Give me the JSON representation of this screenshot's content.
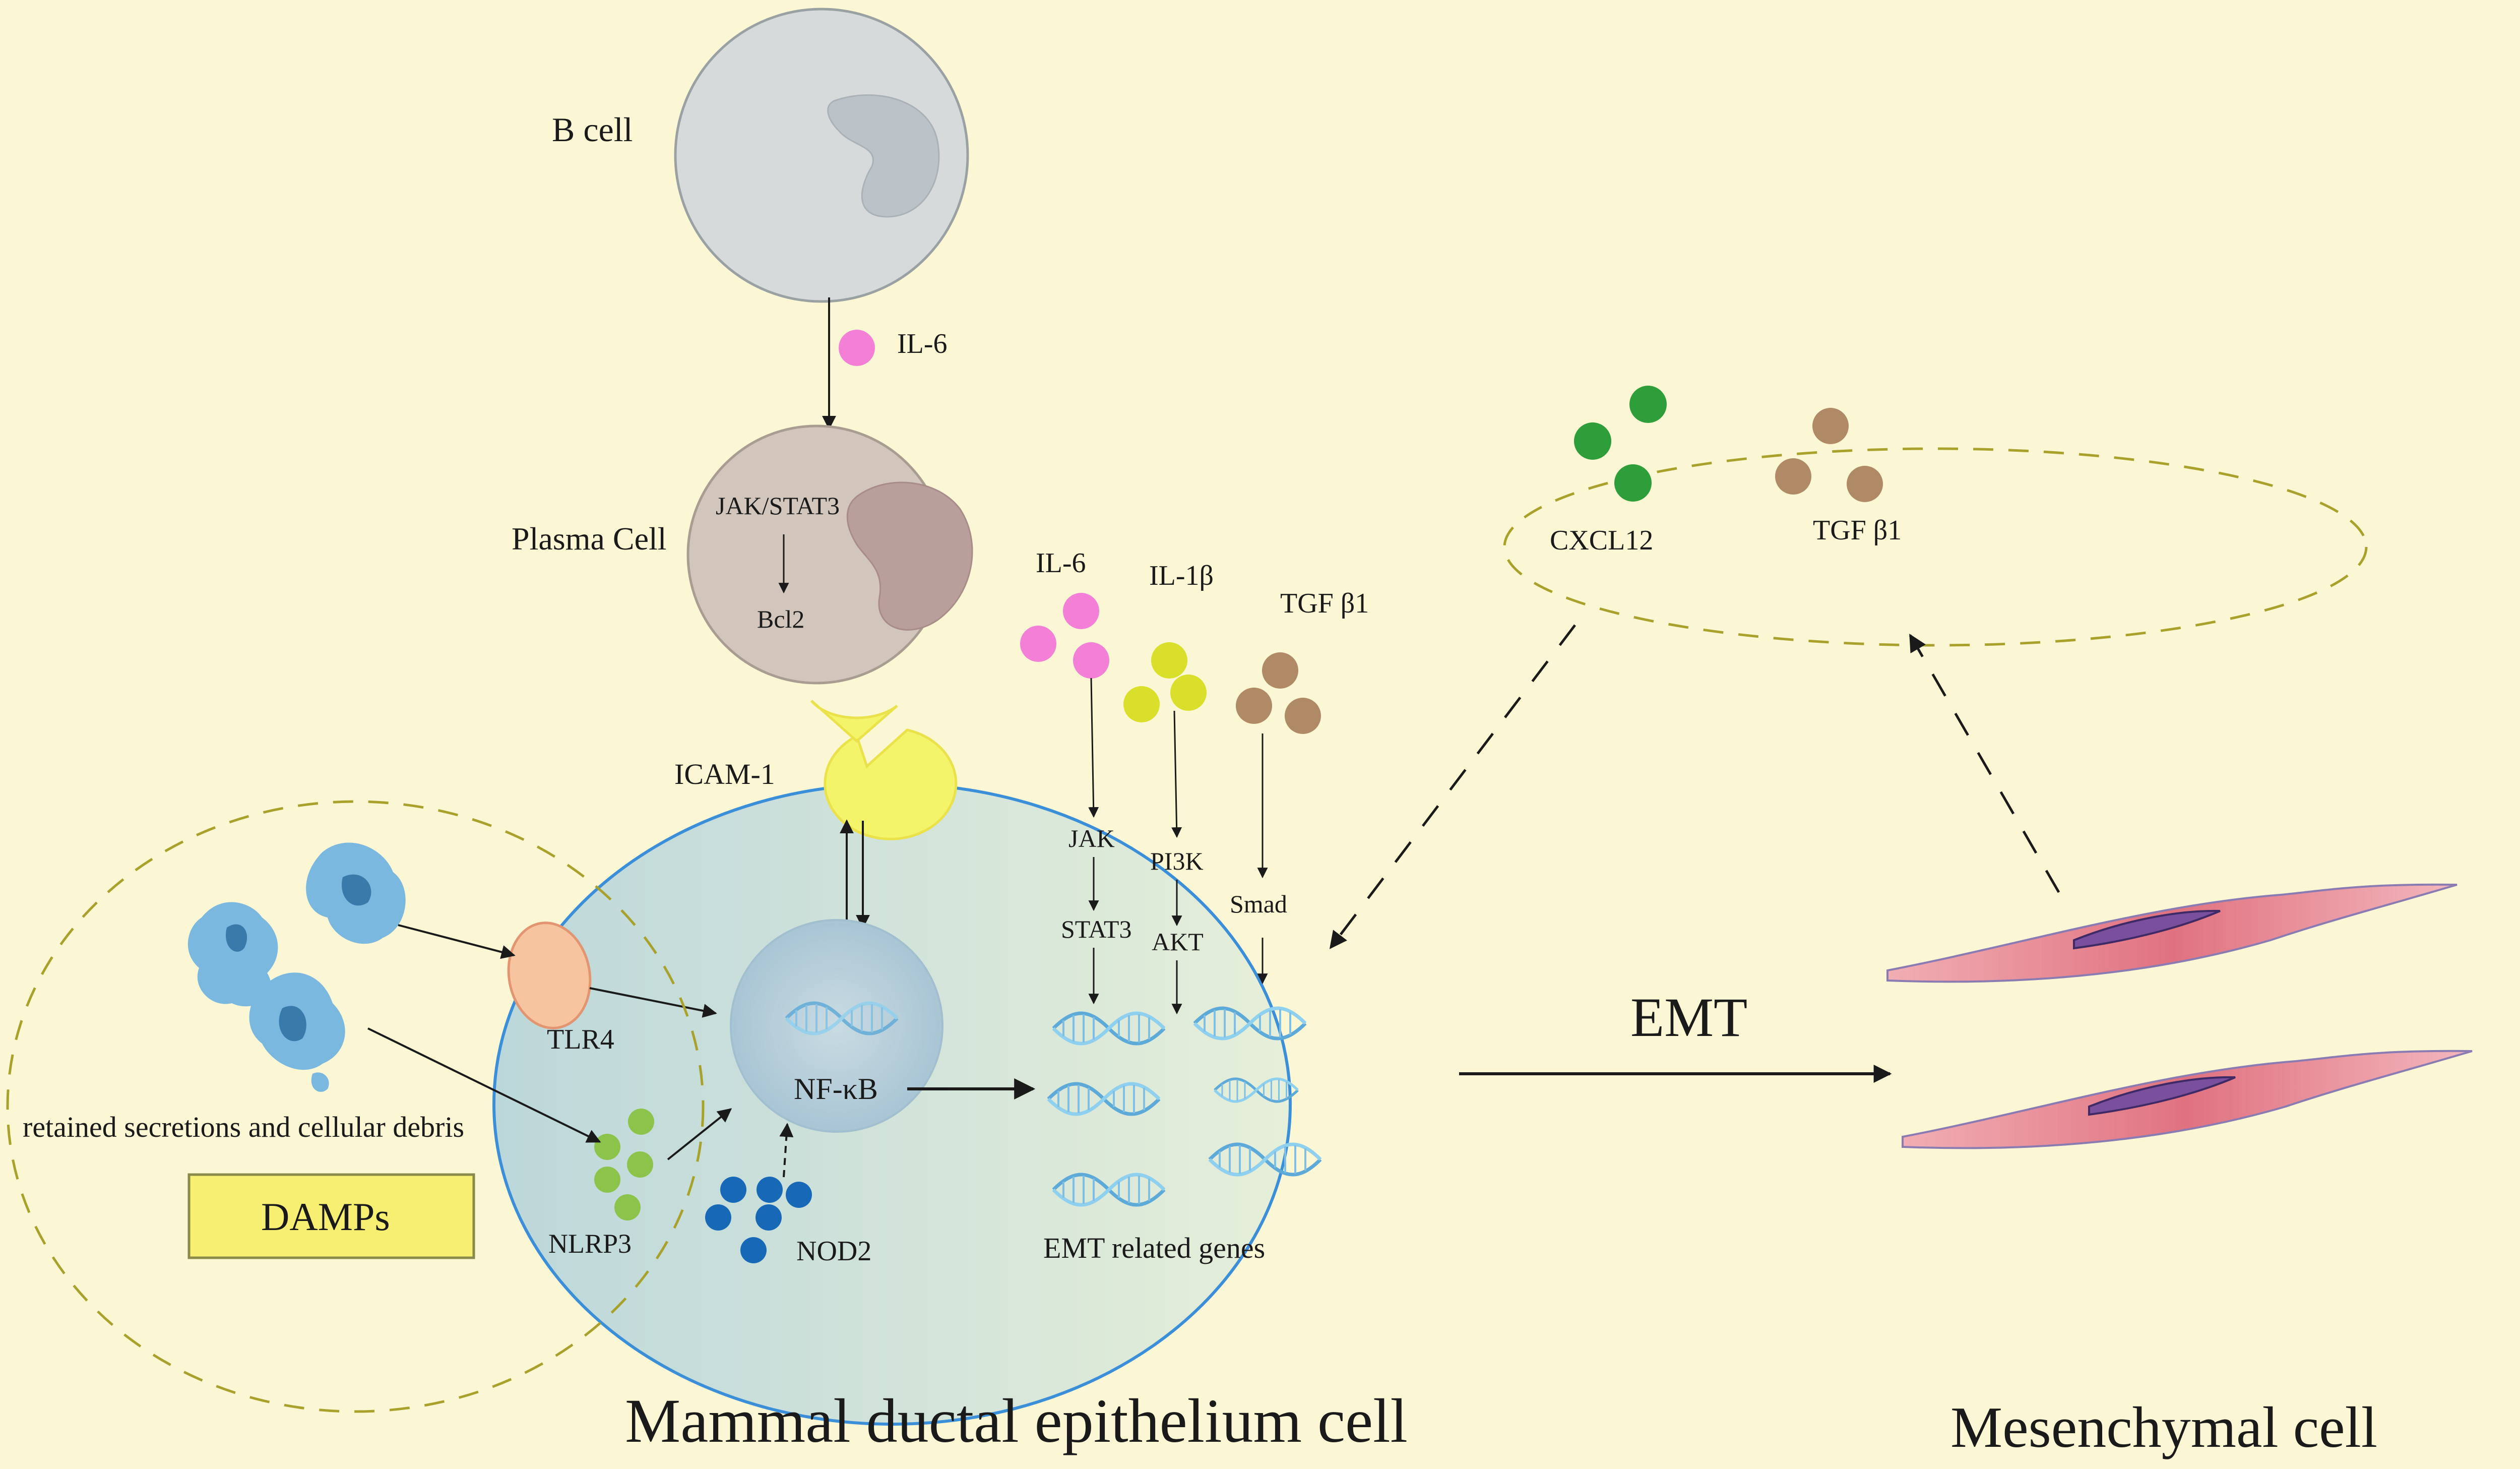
{
  "labels": {
    "b_cell": "B cell",
    "il6_b": "IL-6",
    "plasma_cell": "Plasma Cell",
    "jak_stat3": "JAK/STAT3",
    "bcl2": "Bcl2",
    "icam1": "ICAM-1",
    "il6_c": "IL-6",
    "il1b": "IL-1β",
    "tgfb1_c": "TGF β1",
    "jak": "JAK",
    "stat3": "STAT3",
    "pi3k": "PI3K",
    "akt": "AKT",
    "smad": "Smad",
    "tlr4": "TLR4",
    "nfkb": "NF-κB",
    "nlrp3": "NLRP3",
    "nod2": "NOD2",
    "emt_genes": "EMT  related genes",
    "debris": "retained secretions and cellular debris",
    "damps": "DAMPs",
    "cxcl12": "CXCL12",
    "tgfb1_r": "TGF β1",
    "emt": "EMT",
    "epithelium": "Mammal ductal epithelium cell",
    "mesenchymal": "Mesenchymal cell"
  },
  "colors": {
    "background": "#fbf6d4",
    "il6": "#f47fd6",
    "il1b": "#d9df2a",
    "tgfb1": "#b08a66",
    "cxcl12": "#2e9e3a",
    "nlrp3": "#8cc34a",
    "nod2": "#1769b8",
    "icam1": "#f4f46b",
    "tlr4": "#f6c5a0",
    "epithelium_fill": "#cfe3de",
    "epithelium_border": "#3b8fd8",
    "damps_box": "#f7ef72"
  }
}
